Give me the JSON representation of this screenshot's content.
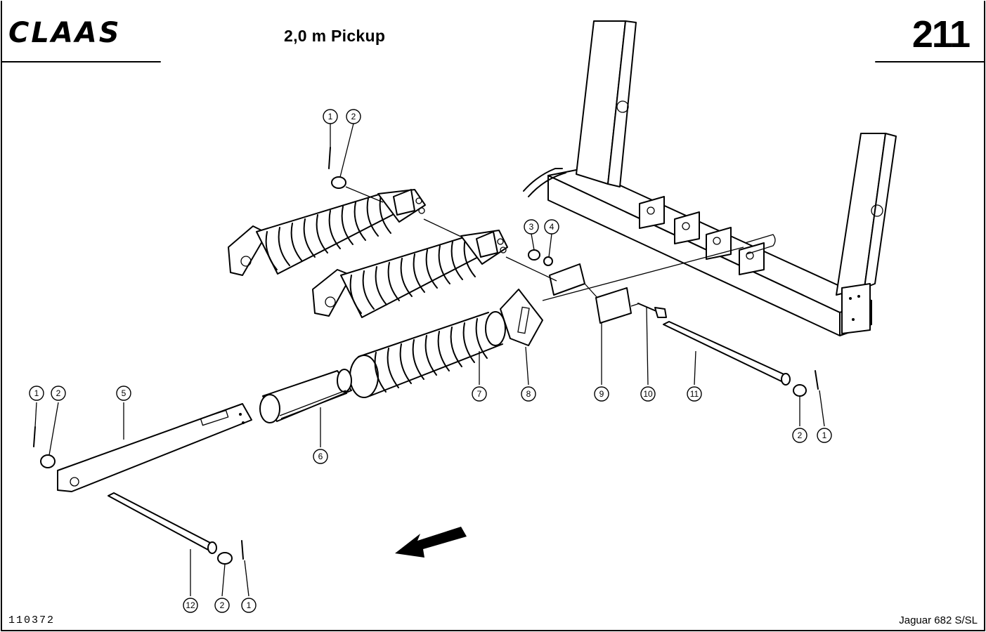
{
  "header": {
    "brand": "CLAAS",
    "title": "2,0 m Pickup",
    "page_number": "211"
  },
  "footer": {
    "document_number": "110372",
    "model": "Jaguar 682 S/SL"
  },
  "callouts": [
    {
      "label": "1"
    },
    {
      "label": "2"
    },
    {
      "label": "3"
    },
    {
      "label": "4"
    },
    {
      "label": "7"
    },
    {
      "label": "8"
    },
    {
      "label": "9"
    },
    {
      "label": "10"
    },
    {
      "label": "11"
    },
    {
      "label": "2"
    },
    {
      "label": "1"
    },
    {
      "label": "1"
    },
    {
      "label": "2"
    },
    {
      "label": "5"
    },
    {
      "label": "6"
    },
    {
      "label": "12"
    },
    {
      "label": "2"
    },
    {
      "label": "1"
    }
  ]
}
